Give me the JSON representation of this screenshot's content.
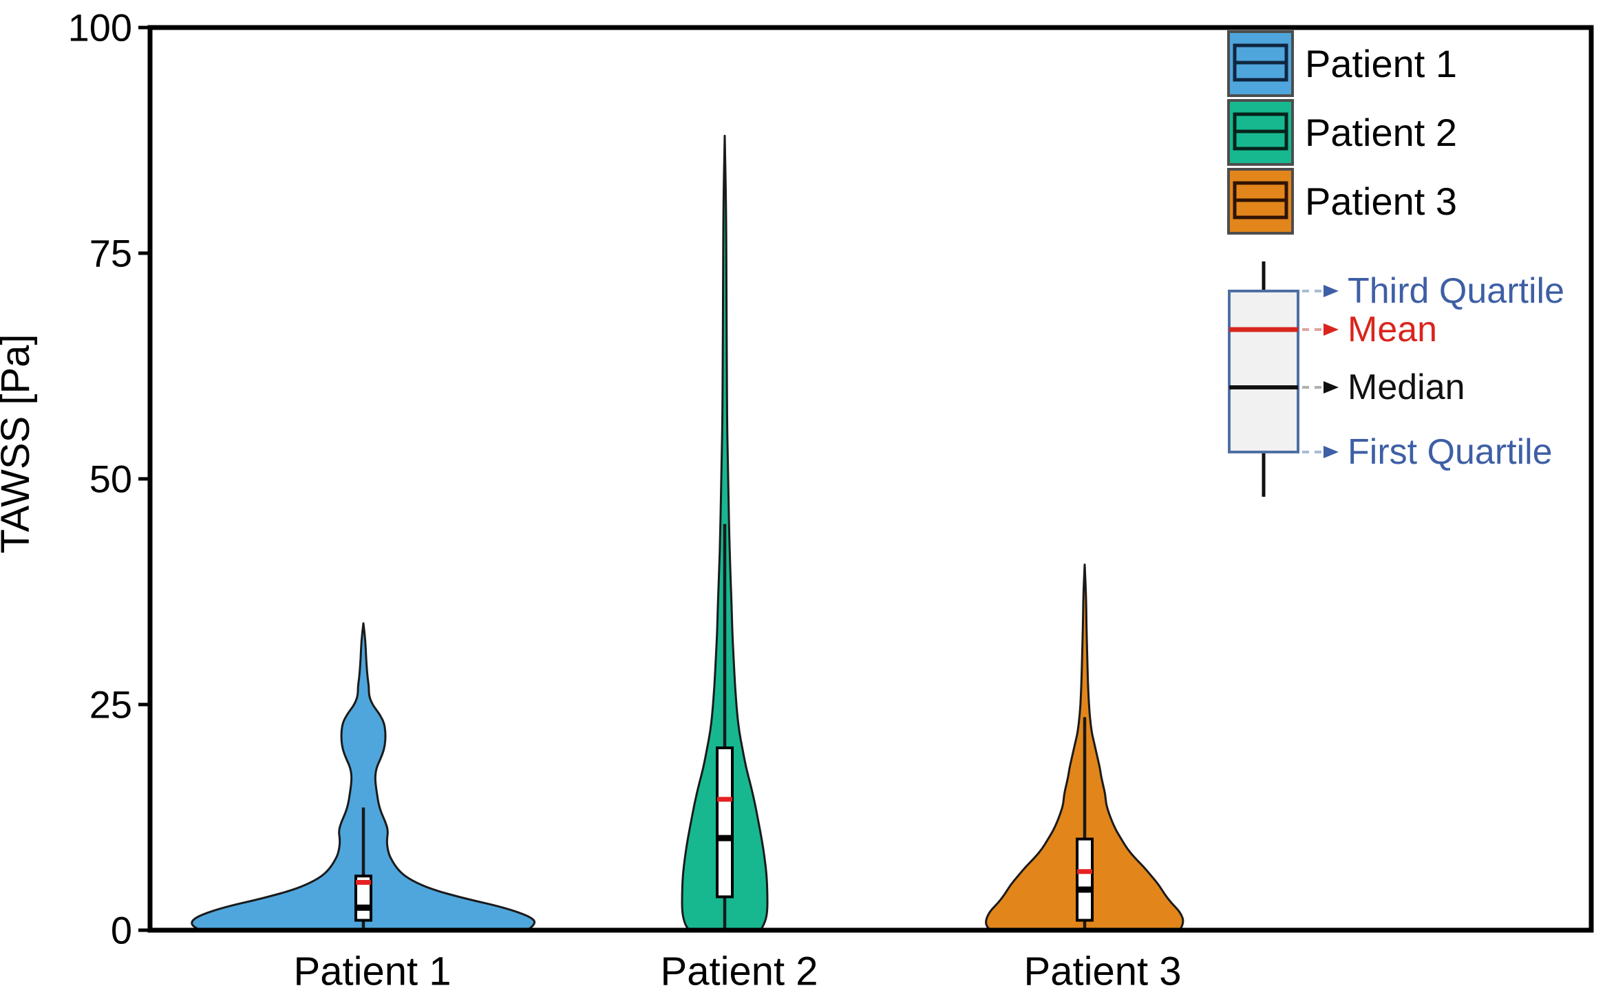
{
  "figure": {
    "background": "#ffffff",
    "axis_color": "#000000",
    "outline_color": "#1a1a1a"
  },
  "chart_data": {
    "type": "violin",
    "title": "",
    "xlabel": "",
    "ylabel": "TAWSS [Pa]",
    "ylim": [
      0,
      100
    ],
    "yticks": [
      0,
      25,
      50,
      75,
      100
    ],
    "grid": false,
    "legend_position": "top-right",
    "categories": [
      "Patient 1",
      "Patient 2",
      "Patient 3"
    ],
    "series": [
      {
        "name": "Patient 1",
        "color": "#4FA6DC",
        "edge_color": "#10263F",
        "stats": {
          "min": 0,
          "q1": 1.1,
          "median": 2.5,
          "mean": 5.3,
          "q3": 6.0,
          "whisker_low": 0,
          "whisker_high": 13.6,
          "max": 34
        },
        "density_profile": [
          [
            0,
            238
          ],
          [
            0.7,
            252
          ],
          [
            1.5,
            243
          ],
          [
            2.5,
            205
          ],
          [
            3.5,
            148
          ],
          [
            4.5,
            100
          ],
          [
            5.5,
            70
          ],
          [
            6.5,
            52
          ],
          [
            8,
            39
          ],
          [
            9,
            35
          ],
          [
            10,
            34
          ],
          [
            11,
            36
          ],
          [
            12,
            32
          ],
          [
            13,
            26
          ],
          [
            14,
            22
          ],
          [
            15,
            20
          ],
          [
            16,
            18
          ],
          [
            17,
            17
          ],
          [
            18,
            19
          ],
          [
            19,
            25
          ],
          [
            20,
            30
          ],
          [
            21,
            32
          ],
          [
            22,
            32
          ],
          [
            23,
            30
          ],
          [
            24,
            23
          ],
          [
            25,
            13
          ],
          [
            26,
            8
          ],
          [
            27,
            8
          ],
          [
            28,
            6
          ],
          [
            30,
            4
          ],
          [
            32,
            3
          ],
          [
            34,
            0
          ]
        ]
      },
      {
        "name": "Patient 2",
        "color": "#17B890",
        "edge_color": "#05231B",
        "stats": {
          "min": 0,
          "q1": 3.7,
          "median": 10.2,
          "mean": 14.5,
          "q3": 20.2,
          "whisker_low": 0,
          "whisker_high": 45,
          "max": 88
        },
        "density_profile": [
          [
            0,
            52
          ],
          [
            0.7,
            58
          ],
          [
            2,
            62
          ],
          [
            4,
            62
          ],
          [
            6,
            61
          ],
          [
            8,
            58
          ],
          [
            10,
            54
          ],
          [
            12,
            49
          ],
          [
            14,
            44
          ],
          [
            16,
            38
          ],
          [
            18,
            31
          ],
          [
            20,
            26
          ],
          [
            22,
            21
          ],
          [
            24,
            18
          ],
          [
            27,
            15
          ],
          [
            30,
            13
          ],
          [
            33,
            11
          ],
          [
            36,
            10
          ],
          [
            40,
            8
          ],
          [
            44,
            6.5
          ],
          [
            48,
            5.5
          ],
          [
            52,
            4.5
          ],
          [
            56,
            3.5
          ],
          [
            62,
            3
          ],
          [
            70,
            2.5
          ],
          [
            80,
            2
          ],
          [
            88,
            0
          ]
        ]
      },
      {
        "name": "Patient 3",
        "color": "#E2861B",
        "edge_color": "#301303",
        "stats": {
          "min": 0,
          "q1": 1.1,
          "median": 4.5,
          "mean": 6.5,
          "q3": 10.1,
          "whisker_low": 0,
          "whisker_high": 23.6,
          "max": 40.5
        },
        "density_profile": [
          [
            0,
            138
          ],
          [
            0.8,
            145
          ],
          [
            2,
            139
          ],
          [
            3,
            126
          ],
          [
            4,
            116
          ],
          [
            5,
            108
          ],
          [
            6,
            97
          ],
          [
            7,
            86
          ],
          [
            8,
            73
          ],
          [
            9,
            62
          ],
          [
            10,
            54
          ],
          [
            11,
            46
          ],
          [
            12,
            40
          ],
          [
            13,
            35
          ],
          [
            14,
            31
          ],
          [
            15,
            30
          ],
          [
            16,
            27
          ],
          [
            17,
            24
          ],
          [
            18,
            22
          ],
          [
            19,
            19
          ],
          [
            20,
            16
          ],
          [
            21,
            13
          ],
          [
            22,
            10
          ],
          [
            24,
            7
          ],
          [
            26,
            5.5
          ],
          [
            28,
            4.5
          ],
          [
            31,
            3.5
          ],
          [
            34,
            2.5
          ],
          [
            37,
            2
          ],
          [
            40.5,
            0
          ]
        ]
      }
    ],
    "box_legend": {
      "box_fill": "#F1F1F1",
      "box_edge": "#4E6FA3",
      "items": [
        {
          "label": "Third Quartile",
          "color": "#3E5FA5",
          "dash_color": "#A9BBD6",
          "anchor": "q3"
        },
        {
          "label": "Mean",
          "color": "#D9251D",
          "dash_color": "#DCA49E",
          "anchor": "mean"
        },
        {
          "label": "Median",
          "color": "#111111",
          "dash_color": "#B0B0B0",
          "anchor": "median"
        },
        {
          "label": "First Quartile",
          "color": "#3E5FA5",
          "dash_color": "#A9BBD6",
          "anchor": "q1"
        }
      ]
    }
  }
}
